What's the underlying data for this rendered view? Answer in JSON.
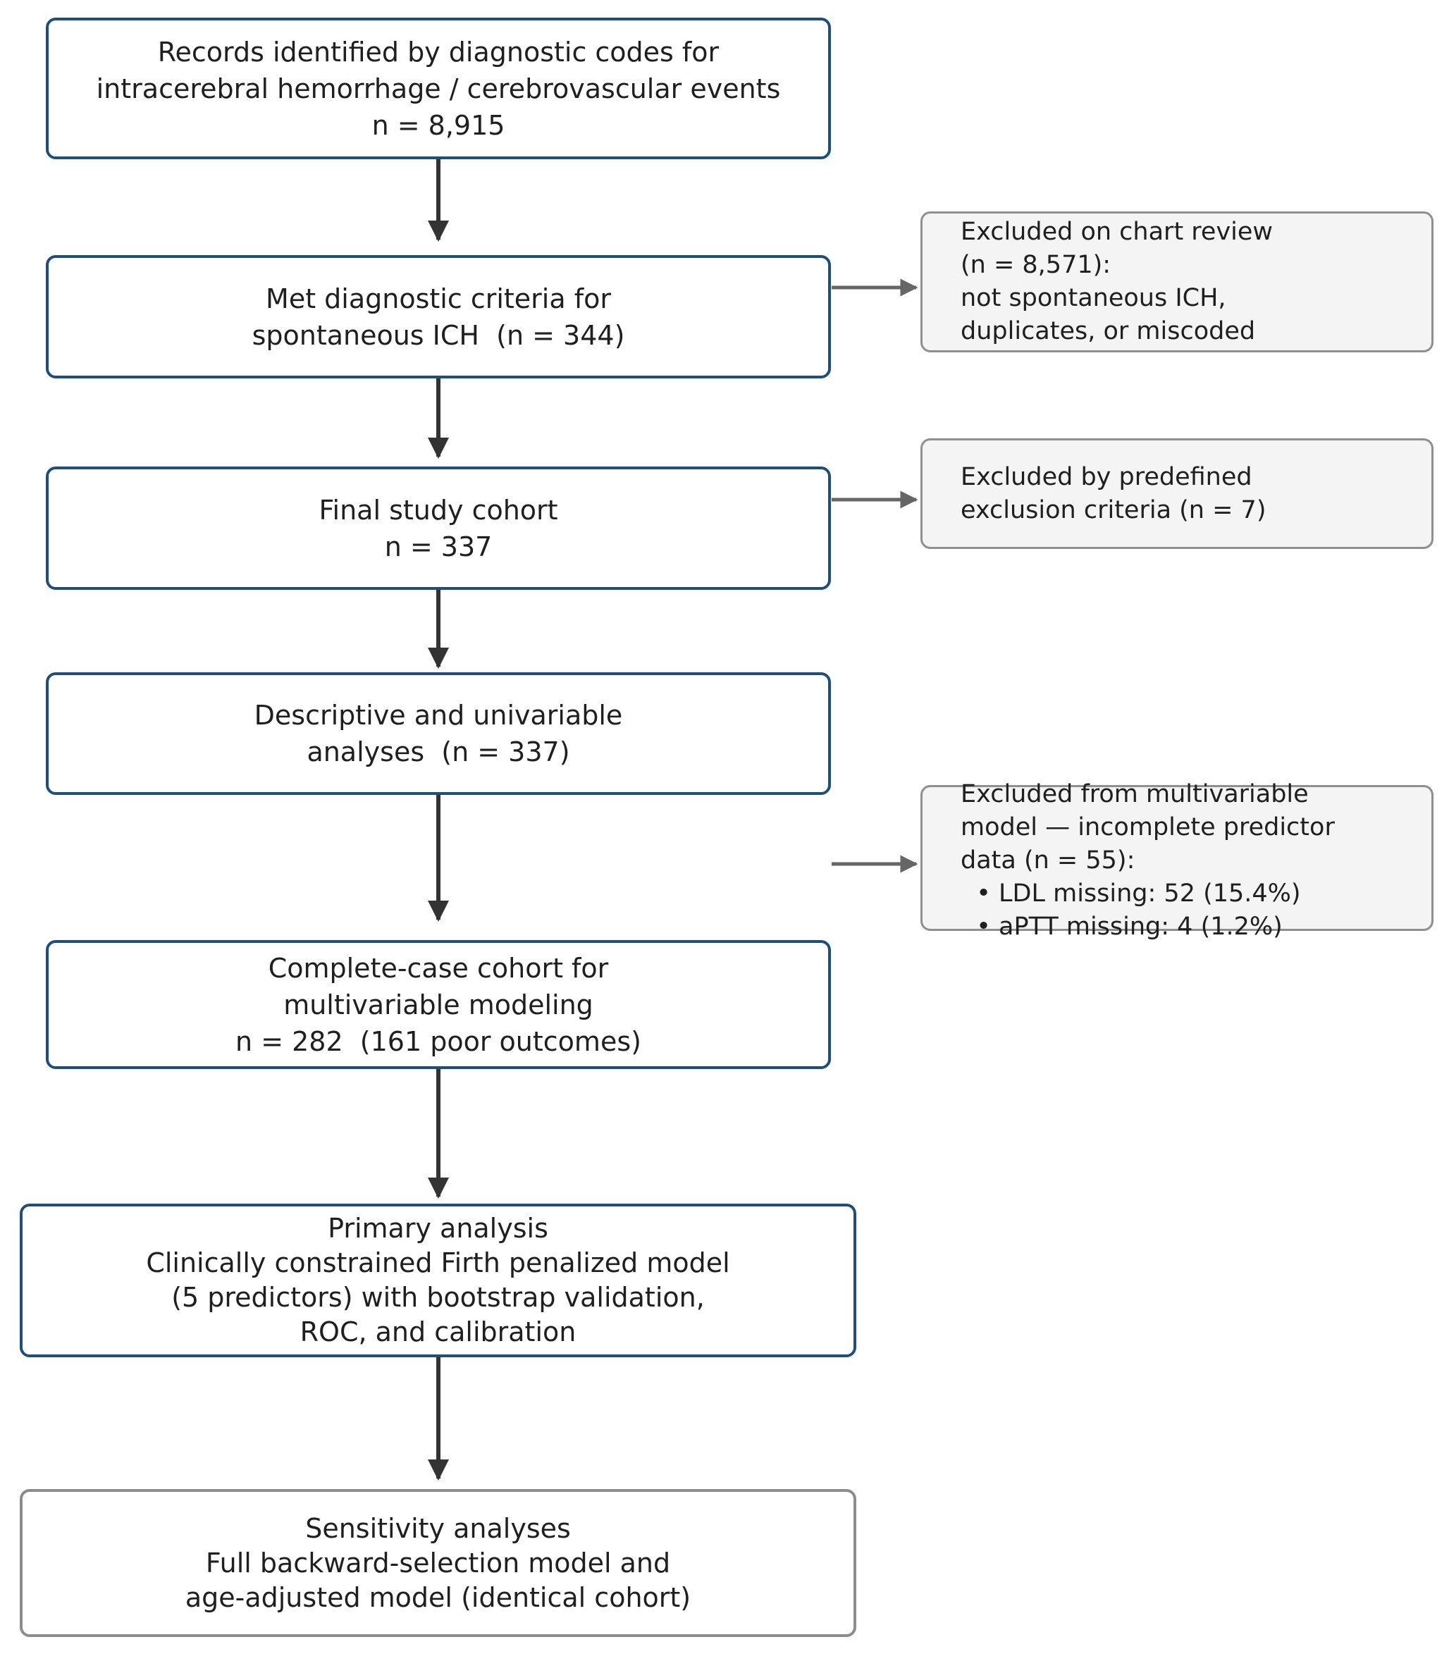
{
  "main_boxes": [
    {
      "name": "records-identified",
      "lines": [
        "Records identified by diagnostic codes for",
        "intracerebral hemorrhage / cerebrovascular events",
        "n = 8,915"
      ]
    },
    {
      "name": "met-diagnostic-criteria",
      "lines": [
        "Met diagnostic criteria for",
        "spontaneous ICH  (n = 344)"
      ]
    },
    {
      "name": "final-study-cohort",
      "lines": [
        "Final study cohort",
        "n = 337"
      ]
    },
    {
      "name": "descriptive-analyses",
      "lines": [
        "Descriptive and univariable",
        "analyses  (n = 337)"
      ]
    },
    {
      "name": "complete-case-cohort",
      "lines": [
        "Complete-case cohort for",
        "multivariable modeling",
        "n = 282  (161 poor outcomes)"
      ]
    },
    {
      "name": "primary-analysis",
      "lines": [
        "Primary analysis",
        "Clinically constrained Firth penalized model",
        "(5 predictors) with bootstrap validation,",
        "ROC, and calibration"
      ]
    },
    {
      "name": "sensitivity-analyses",
      "lines": [
        "Sensitivity analyses",
        "Full backward-selection model and",
        "age-adjusted model (identical cohort)"
      ]
    }
  ],
  "side_boxes": [
    {
      "name": "excluded-chart-review",
      "lines": [
        "Excluded on chart review",
        "(n = 8,571):",
        "not spontaneous ICH,",
        "duplicates, or miscoded"
      ]
    },
    {
      "name": "excluded-predefined-criteria",
      "lines": [
        "Excluded by predefined",
        "exclusion criteria (n = 7)"
      ]
    },
    {
      "name": "excluded-multivariable",
      "lines": [
        "Excluded from multivariable",
        "model — incomplete predictor",
        "data (n = 55):",
        "  • LDL missing: 52 (15.4%)",
        "  • aPTT missing: 4 (1.2%)"
      ]
    }
  ],
  "colors": {
    "main_border": "#1f4e79",
    "sensitivity_border": "#8c8c8c",
    "side_border": "#8f8f8f",
    "side_fill": "#f4f4f4",
    "main_arrow": "#333333",
    "side_arrow": "#666666"
  }
}
